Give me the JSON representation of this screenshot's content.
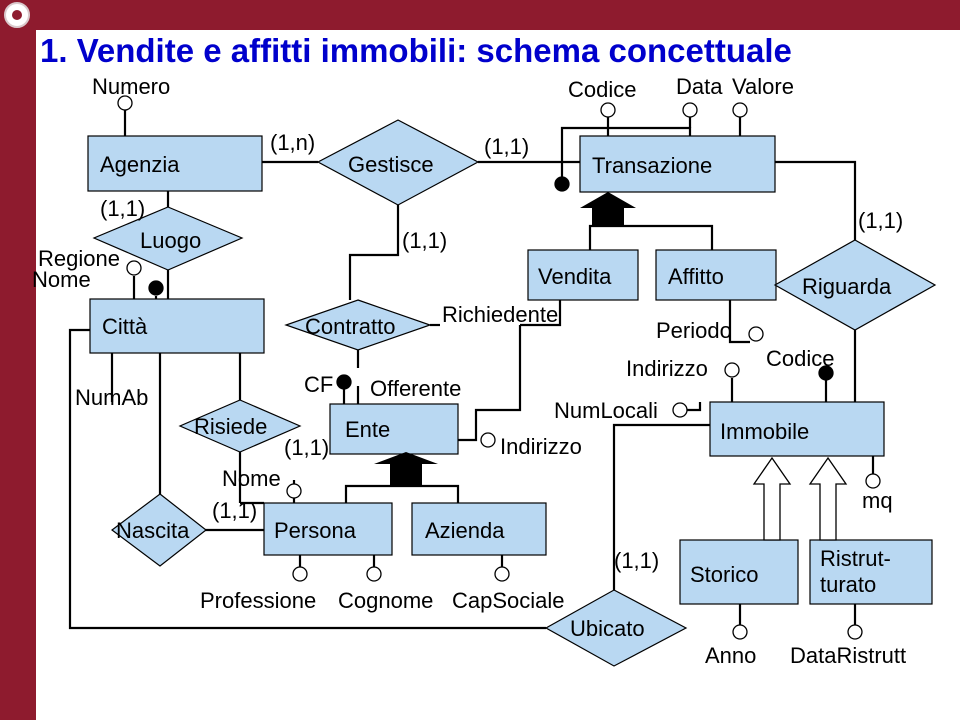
{
  "title": "1. Vendite e affitti immobili: schema concettuale",
  "entities": {
    "agenzia": "Agenzia",
    "citta": "Città",
    "contratto": "Contratto",
    "ente": "Ente",
    "persona": "Persona",
    "azienda": "Azienda",
    "transazione": "Transazione",
    "vendita": "Vendita",
    "affitto": "Affitto",
    "immobile": "Immobile",
    "storico": "Storico",
    "ristrutturato": "Ristrut-\nturato"
  },
  "relationships": {
    "gestisce": "Gestisce",
    "luogo": "Luogo",
    "risiede": "Risiede",
    "nascita": "Nascita",
    "riguarda": "Riguarda",
    "ubicato": "Ubicato",
    "richiedente": "Richiedente",
    "offerente": "Offerente"
  },
  "attributes": {
    "numero": "Numero",
    "codice_transazione": "Codice",
    "data": "Data",
    "valore": "Valore",
    "regione": "Regione",
    "nome_citta": "Nome",
    "numab": "NumAb",
    "cf": "CF",
    "nome_persona": "Nome",
    "professione": "Professione",
    "cognome": "Cognome",
    "capsociale": "CapSociale",
    "periodo": "Periodo",
    "indirizzo_immobile": "Indirizzo",
    "codice_immobile": "Codice",
    "numlocali": "NumLocali",
    "indirizzo_ente": "Indirizzo",
    "mq": "mq",
    "anno": "Anno",
    "dataristrutt": "DataRistrutt"
  },
  "cardinalities": {
    "agenzia_gestisce": "(1,n)",
    "transazione_gestisce": "(1,1)",
    "citta_luogo": "(1,1)",
    "contratto_gestisce": "(1,1)",
    "immobile_riguarda": "(1,1)",
    "persona_risiede": "(1,1)",
    "persona_nascita": "(1,1)",
    "immobile_ubicato": "(1,1)"
  },
  "colors": {
    "header_bar": "#8e1b2e",
    "title_text": "#0000cc",
    "shape_fill": "#b9d8f2"
  }
}
